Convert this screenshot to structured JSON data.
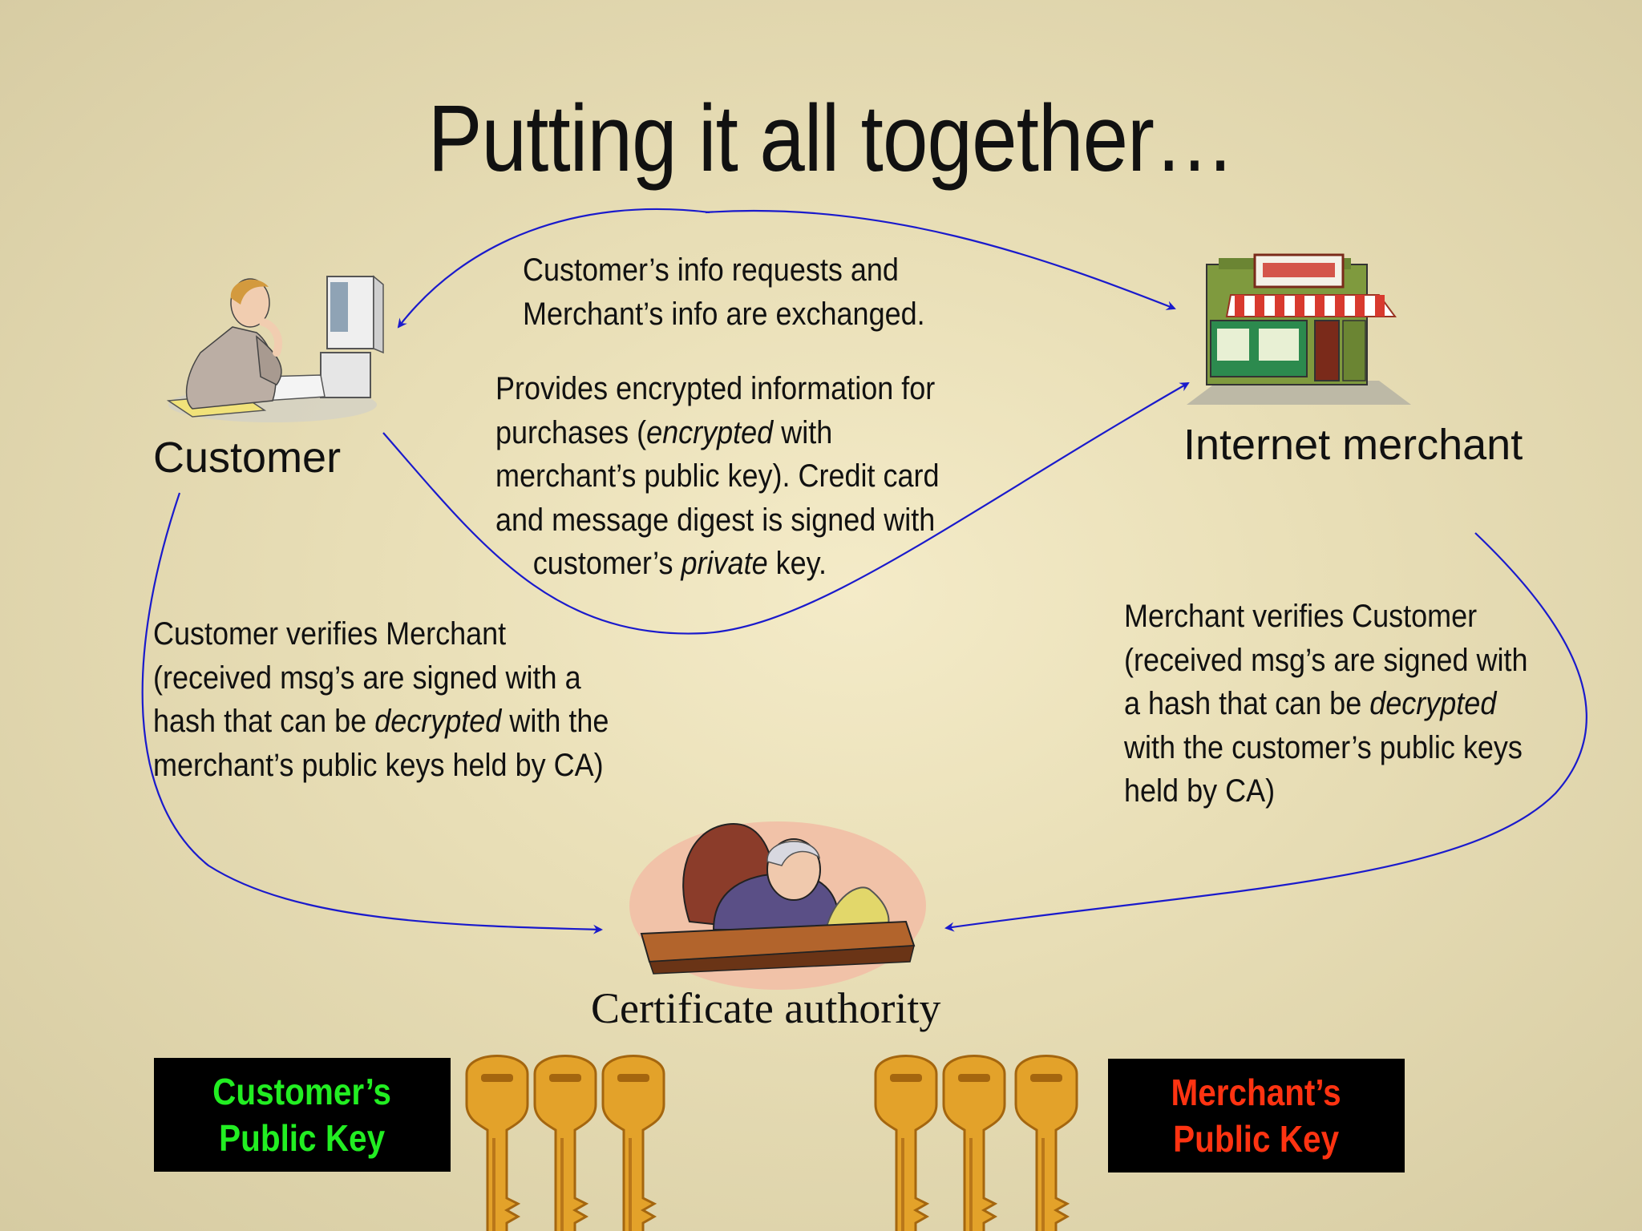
{
  "title": "Putting it all together…",
  "nodes": {
    "customer": "Customer",
    "merchant": "Internet merchant",
    "ca": "Certificate authority"
  },
  "exchange_text": {
    "line1": "Customer’s info requests and",
    "line2": "Merchant’s info are exchanged."
  },
  "provides_text": {
    "line1": "Provides  encrypted information for",
    "line2_a": "purchases (",
    "line2_em": "encrypted",
    "line2_b": " with",
    "line3": "merchant’s public key). Credit card",
    "line4": "and message digest is signed with",
    "line5_a": "customer’s ",
    "line5_em": "private",
    "line5_b": " key."
  },
  "customer_verifies": {
    "line1": "Customer verifies Merchant",
    "line2": "(received msg’s are signed with a",
    "line3_a": "hash that can be ",
    "line3_em": "decrypted",
    "line3_b": " with the",
    "line4": "merchant’s public keys held by CA)"
  },
  "merchant_verifies": {
    "line1": "Merchant verifies Customer",
    "line2": "(received msg’s are signed with",
    "line3_a": "a hash that can be ",
    "line3_em": "decrypted",
    "line4": "with the customer’s public keys",
    "line5": "held by CA)"
  },
  "key_boxes": {
    "customer": {
      "line1": "Customer’s",
      "line2": "Public Key",
      "color": "#22ee22"
    },
    "merchant": {
      "line1": "Merchant’s",
      "line2": "Public Key",
      "color": "#ff3311"
    }
  },
  "icons": {
    "customer": "person-at-computer-icon",
    "merchant": "storefront-icon",
    "ca": "judge-at-bench-icon",
    "key": "key-icon"
  },
  "colors": {
    "arrow": "#1a1acc",
    "key_gold": "#e3a22a"
  }
}
